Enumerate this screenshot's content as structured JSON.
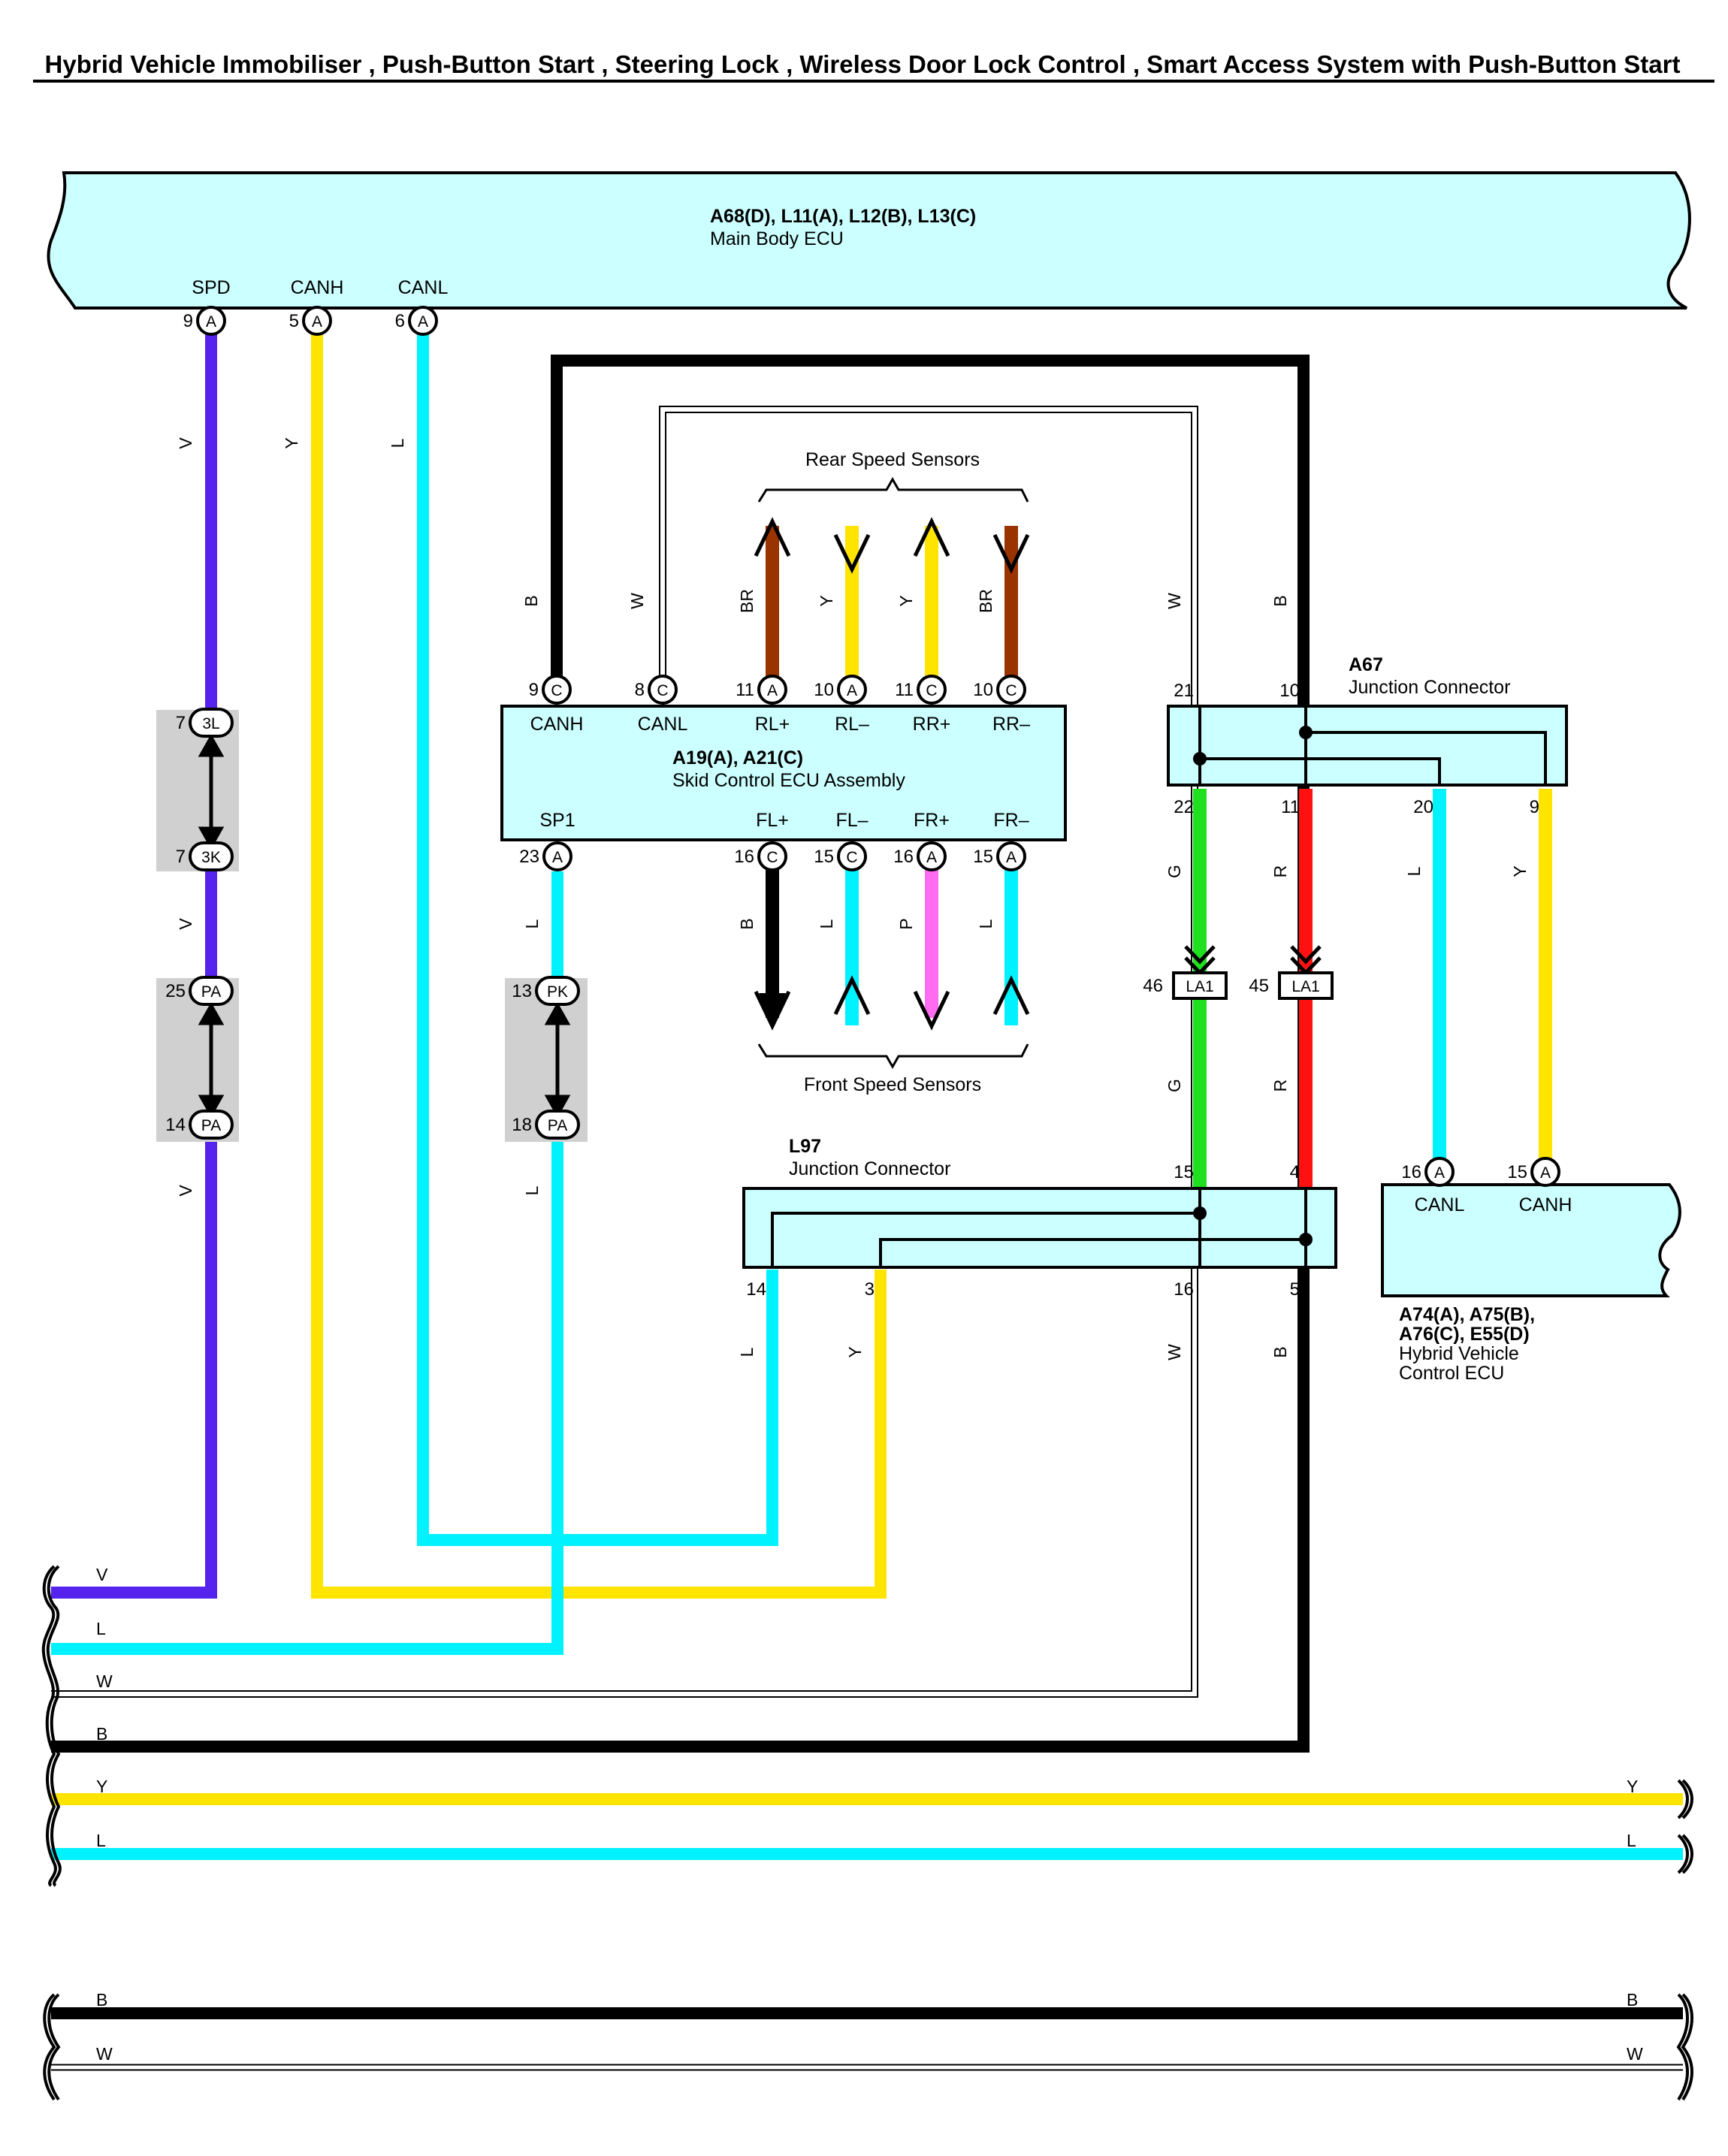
{
  "title": "Hybrid Vehicle Immobiliser , Push-Button Start , Steering Lock , Wireless Door Lock Control , Smart Access System with Push-Button Start",
  "colors": {
    "V": "#5522ee",
    "Y": "#ffe400",
    "L": "#00f2ff",
    "B": "#000000",
    "W": "#ffffff",
    "BR": "#993300",
    "G": "#1fe01f",
    "R": "#ff1111",
    "P": "#ff6cf0",
    "box": "#ccffff",
    "gray": "#d0d0d0"
  },
  "main_body_ecu": {
    "id": "A68(D), L11(A), L12(B), L13(C)",
    "name": "Main Body ECU",
    "pins": [
      {
        "label": "SPD",
        "num": "9",
        "conn": "A",
        "wire": "V"
      },
      {
        "label": "CANH",
        "num": "5",
        "conn": "A",
        "wire": "Y"
      },
      {
        "label": "CANL",
        "num": "6",
        "conn": "A",
        "wire": "L"
      }
    ]
  },
  "inline_connectors": [
    {
      "top_num": "7",
      "top": "3L",
      "bot_num": "7",
      "bot": "3K",
      "wire_below": "V"
    },
    {
      "top_num": "25",
      "top": "PA",
      "bot_num": "14",
      "bot": "PA",
      "wire_below": "V"
    },
    {
      "top_num": "13",
      "top": "PK",
      "bot_num": "18",
      "bot": "PA",
      "wire_below": "L"
    }
  ],
  "skid_ecu": {
    "id": "A19(A), A21(C)",
    "name": "Skid Control ECU Assembly",
    "top_pins": [
      {
        "num": "9",
        "conn": "C",
        "label": "CANH",
        "wire": "B"
      },
      {
        "num": "8",
        "conn": "C",
        "label": "CANL",
        "wire": "W"
      },
      {
        "num": "11",
        "conn": "A",
        "label": "RL+",
        "wire": "BR"
      },
      {
        "num": "10",
        "conn": "A",
        "label": "RL–",
        "wire": "Y"
      },
      {
        "num": "11",
        "conn": "C",
        "label": "RR+",
        "wire": "Y"
      },
      {
        "num": "10",
        "conn": "C",
        "label": "RR–",
        "wire": "BR"
      }
    ],
    "bottom_pins": [
      {
        "num": "23",
        "conn": "A",
        "label": "SP1",
        "wire": "L"
      },
      {
        "num": "16",
        "conn": "C",
        "label": "FL+",
        "wire": "B"
      },
      {
        "num": "15",
        "conn": "C",
        "label": "FL–",
        "wire": "L"
      },
      {
        "num": "16",
        "conn": "A",
        "label": "FR+",
        "wire": "P"
      },
      {
        "num": "15",
        "conn": "A",
        "label": "FR–",
        "wire": "L"
      }
    ]
  },
  "rear_speed_sensors": "Rear Speed Sensors",
  "front_speed_sensors": "Front Speed Sensors",
  "a67": {
    "id": "A67",
    "name": "Junction Connector",
    "top_pins": [
      {
        "num": "21",
        "wire": "W"
      },
      {
        "num": "10",
        "wire": "B"
      }
    ],
    "bottom_pins": [
      {
        "num": "22",
        "wire": "G"
      },
      {
        "num": "11",
        "wire": "R"
      },
      {
        "num": "20",
        "wire": "L"
      },
      {
        "num": "9",
        "wire": "Y"
      }
    ]
  },
  "la1": [
    {
      "num": "46",
      "name": "LA1",
      "wire_below": "G"
    },
    {
      "num": "45",
      "name": "LA1",
      "wire_below": "R"
    }
  ],
  "l97": {
    "id": "L97",
    "name": "Junction Connector",
    "top_pins": [
      {
        "num": "15"
      },
      {
        "num": "4"
      }
    ],
    "bottom_pins": [
      {
        "num": "14",
        "wire": "L"
      },
      {
        "num": "3",
        "wire": "Y"
      },
      {
        "num": "16",
        "wire": "W"
      },
      {
        "num": "5",
        "wire": "B"
      }
    ]
  },
  "hv_ecu": {
    "id_line1": "A74(A), A75(B),",
    "id_line2": "A76(C), E55(D)",
    "name_line1": "Hybrid Vehicle",
    "name_line2": "Control ECU",
    "pins": [
      {
        "num": "16",
        "conn": "A",
        "label": "CANL"
      },
      {
        "num": "15",
        "conn": "A",
        "label": "CANH"
      }
    ]
  },
  "bus_left": [
    "V",
    "L",
    "W",
    "B"
  ],
  "bus_full": [
    {
      "left": "Y",
      "right": "Y"
    },
    {
      "left": "L",
      "right": "L"
    }
  ],
  "bus_bottom": [
    {
      "left": "B",
      "right": "B"
    },
    {
      "left": "W",
      "right": "W"
    }
  ]
}
